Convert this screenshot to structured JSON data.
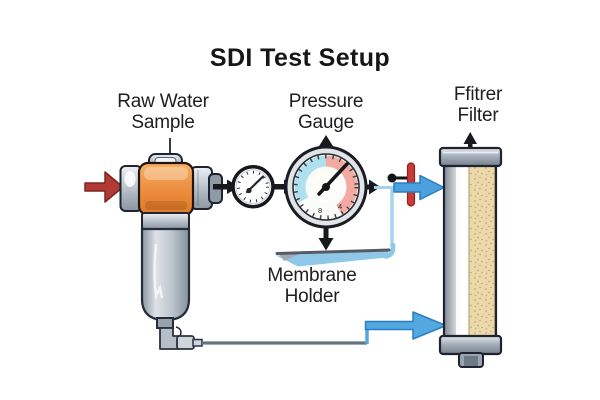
{
  "title": "SDI Test Setup",
  "labels": {
    "raw_water_sample": {
      "line1": "Raw Water",
      "line2": "Sample"
    },
    "pressure_gauge": {
      "line1": "Pressure",
      "line2": "Gauge"
    },
    "membrane_holder": {
      "line1": "Membrane",
      "line2": "Holder"
    },
    "filter_unit": {
      "line1": "Ffitrer",
      "line2": "Filter"
    }
  },
  "pressure_gauge": {
    "dial_markings": [
      "8",
      "4"
    ]
  },
  "colors": {
    "background": "#ffffff",
    "text": "#1e1e1e",
    "inlet_arrow_red": "#b23a35",
    "housing_head_orange": "#ec8b3c",
    "flow_arrow_blue": "#4ba0dd",
    "tube_light_blue": "#a5d2ec",
    "valve_red": "#cb3a36",
    "gauge_cold_zone_blue": "#aee0f0",
    "gauge_hot_zone_red": "#f2aaa1",
    "filter_media_tan": "#ecd9ab",
    "metal_gray": "#9aa5b0",
    "outline_dark": "#1d2330"
  }
}
